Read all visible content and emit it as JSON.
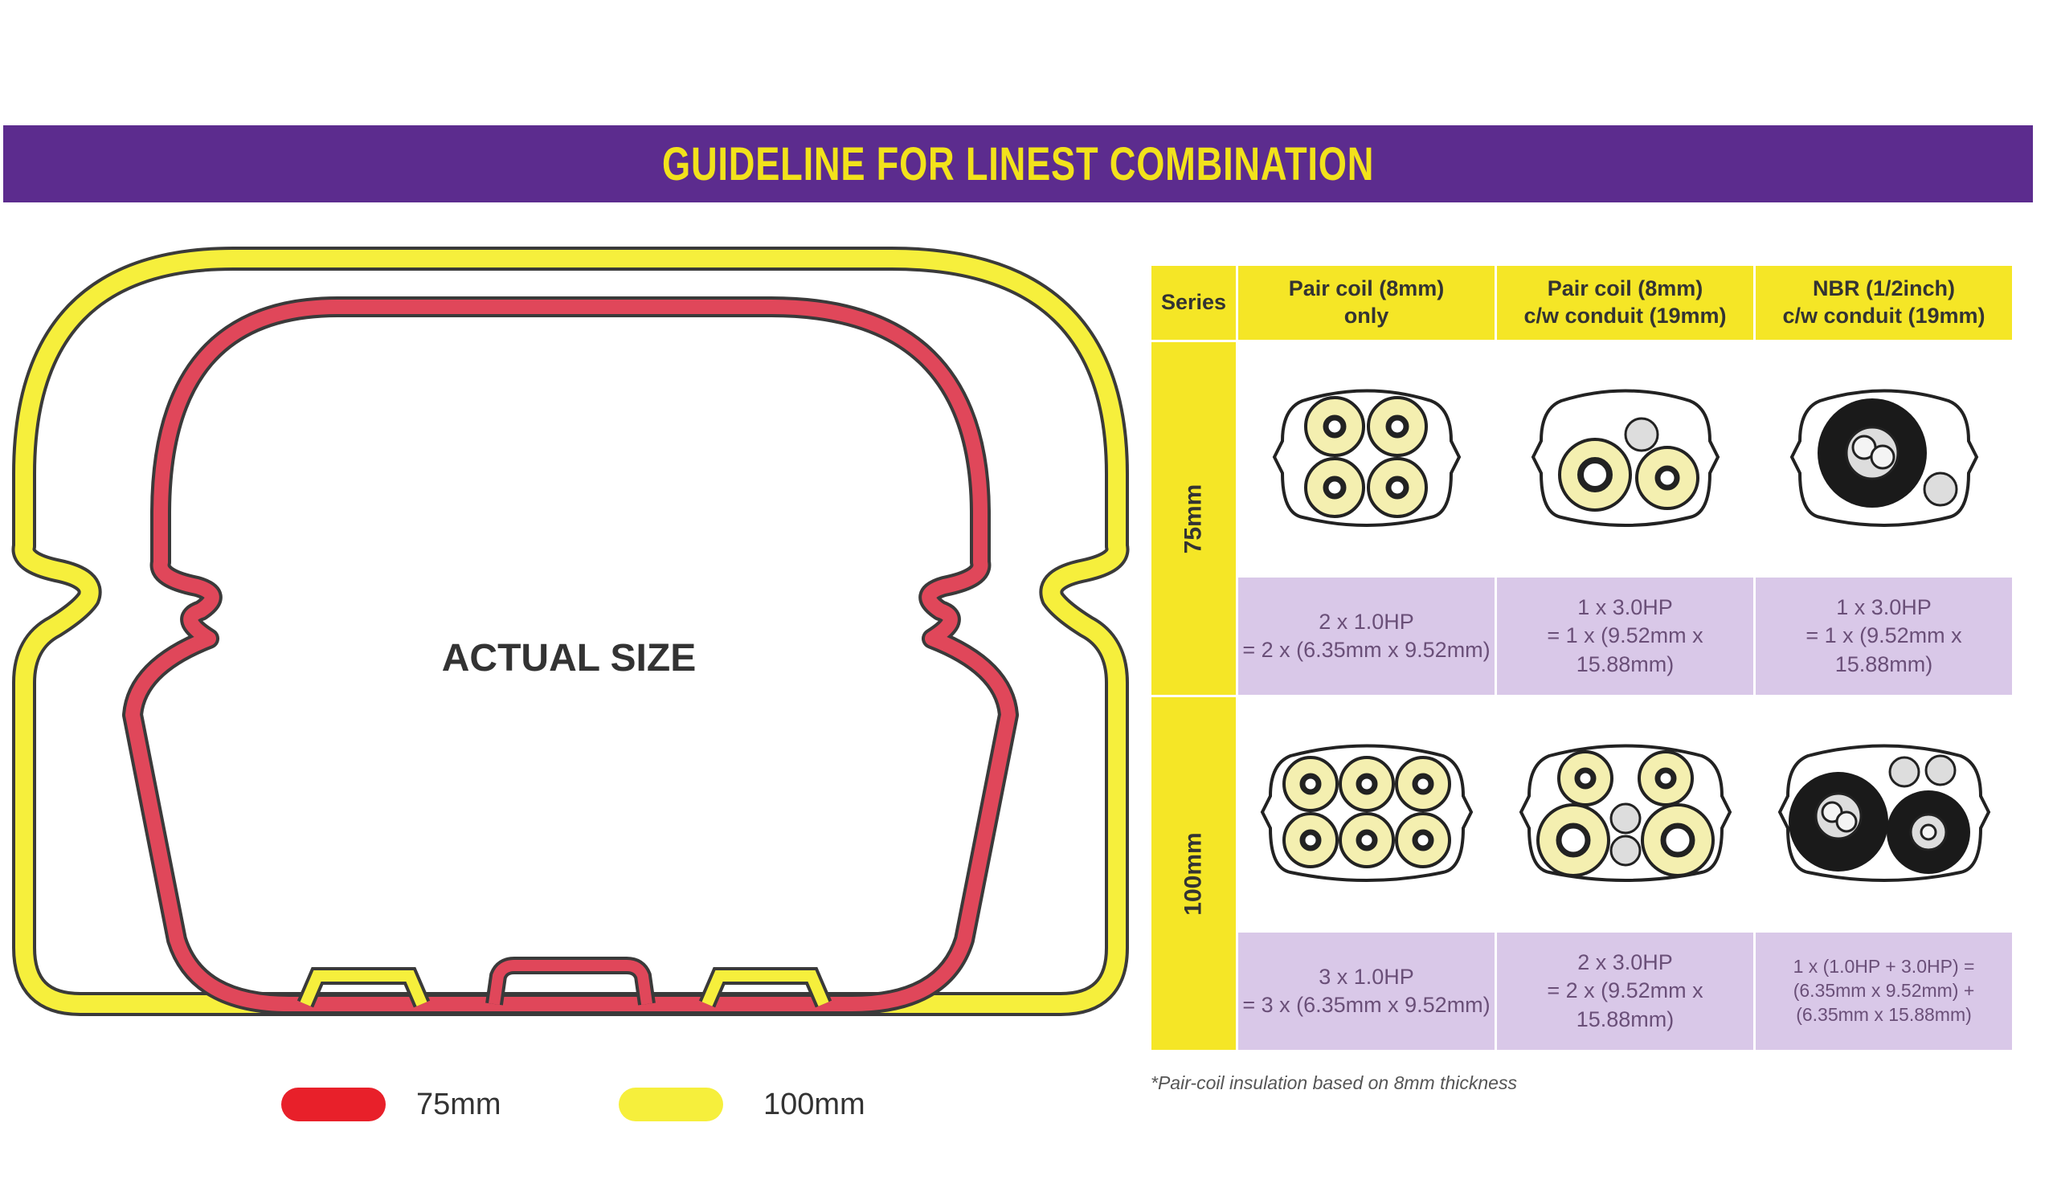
{
  "title": "GUIDELINE FOR LINEST COMBINATION",
  "diagram": {
    "center_label": "ACTUAL SIZE",
    "colors": {
      "75mm": "#e0475a",
      "100mm": "#f6ef3c",
      "outline": "#333333"
    }
  },
  "legend": [
    {
      "label": "75mm",
      "color": "#e8202a"
    },
    {
      "label": "100mm",
      "color": "#f6ef3c"
    }
  ],
  "table": {
    "headers": [
      "Series",
      "Pair coil (8mm) only",
      "Pair coil (8mm) c/w conduit (19mm)",
      "NBR (1/2inch) c/w conduit (19mm)"
    ],
    "header_lines": [
      [
        "Series"
      ],
      [
        "Pair coil (8mm)",
        "only"
      ],
      [
        "Pair coil (8mm)",
        "c/w conduit (19mm)"
      ],
      [
        "NBR (1/2inch)",
        "c/w conduit (19mm)"
      ]
    ],
    "rows": [
      {
        "series": "75mm",
        "icons": [
          "four-pair-coil-icon",
          "two-pair-coil-conduit-icon",
          "nbr-conduit-icon"
        ],
        "cells": [
          [
            "2 x 1.0HP",
            "= 2 x (6.35mm x 9.52mm)"
          ],
          [
            "1 x 3.0HP",
            "= 1 x (9.52mm x 15.88mm)"
          ],
          [
            "1 x 3.0HP",
            "= 1 x (9.52mm x 15.88mm)"
          ]
        ]
      },
      {
        "series": "100mm",
        "icons": [
          "six-pair-coil-icon",
          "four-pair-coil-conduit-icon",
          "two-nbr-conduit-icon"
        ],
        "cells": [
          [
            "3 x 1.0HP",
            "= 3 x (6.35mm x 9.52mm)"
          ],
          [
            "2 x 3.0HP",
            "= 2 x (9.52mm x 15.88mm)"
          ],
          [
            "1 x (1.0HP + 3.0HP) =",
            "(6.35mm x 9.52mm) +",
            "(6.35mm x 15.88mm)"
          ]
        ]
      }
    ],
    "colors": {
      "header": "#f5e626",
      "text_row": "#d9c8e8",
      "coil": "#f4efb0",
      "nbr": "#1a1a1a"
    }
  },
  "note": "*Pair-coil insulation based on 8mm thickness"
}
